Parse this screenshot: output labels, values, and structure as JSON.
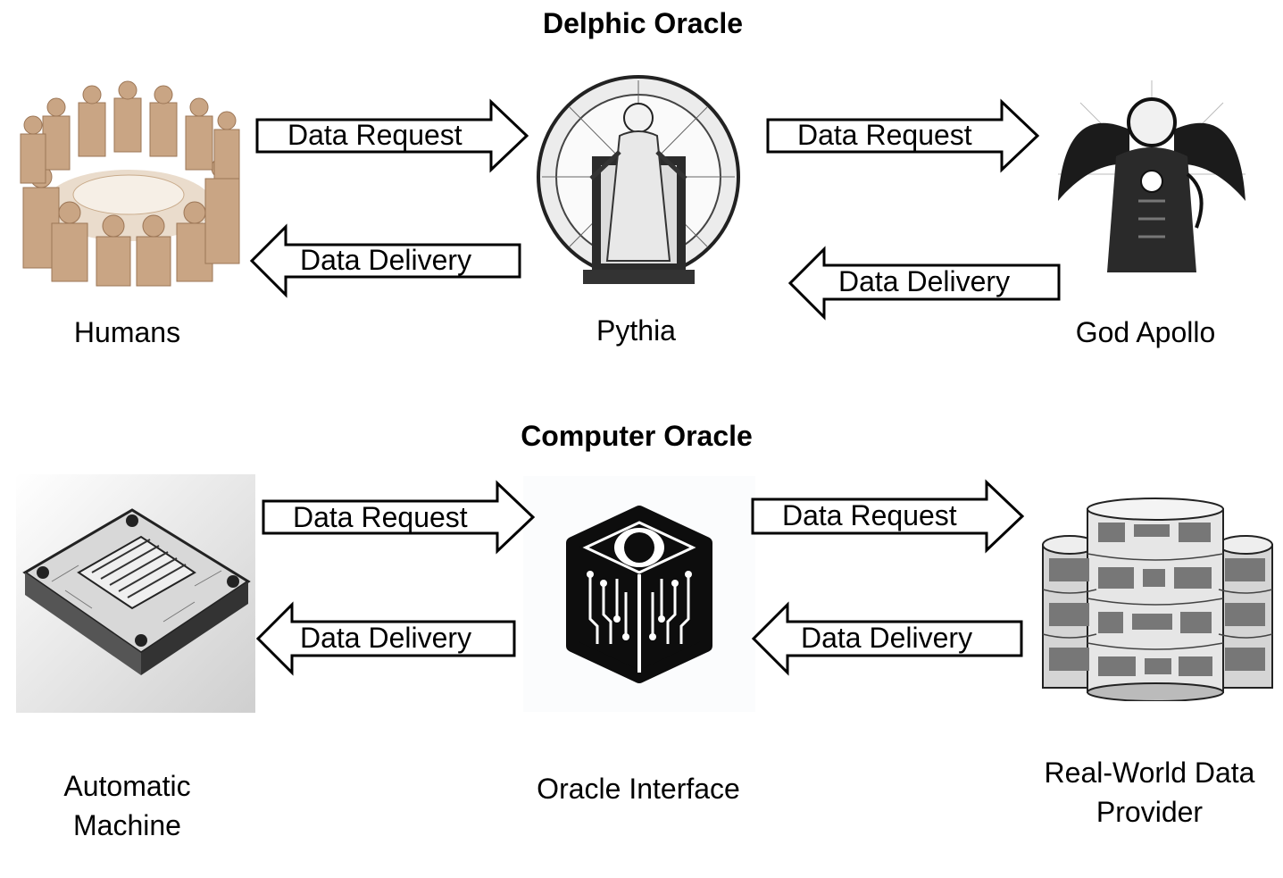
{
  "sections": [
    {
      "title": "Delphic Oracle",
      "nodes": [
        {
          "label": "Humans",
          "icon": "seated-crowd-statue-icon"
        },
        {
          "label": "Pythia",
          "icon": "pythia-on-throne-icon"
        },
        {
          "label": "God Apollo",
          "icon": "winged-apollo-with-lyre-icon"
        }
      ],
      "arrows": [
        {
          "label": "Data Request",
          "direction": "right"
        },
        {
          "label": "Data Delivery",
          "direction": "left"
        },
        {
          "label": "Data Request",
          "direction": "right"
        },
        {
          "label": "Data Delivery",
          "direction": "left"
        }
      ]
    },
    {
      "title": "Computer Oracle",
      "nodes": [
        {
          "label": "Automatic Machine",
          "line1": "Automatic",
          "line2": "Machine",
          "icon": "circuit-board-chip-icon"
        },
        {
          "label": "Oracle Interface",
          "icon": "eye-circuit-cube-icon"
        },
        {
          "label": "Real-World Data Provider",
          "line1": "Real-World Data",
          "line2": "Provider",
          "icon": "stacked-data-drums-icon"
        }
      ],
      "arrows": [
        {
          "label": "Data Request",
          "direction": "right"
        },
        {
          "label": "Data Delivery",
          "direction": "left"
        },
        {
          "label": "Data Request",
          "direction": "right"
        },
        {
          "label": "Data Delivery",
          "direction": "left"
        }
      ]
    }
  ]
}
